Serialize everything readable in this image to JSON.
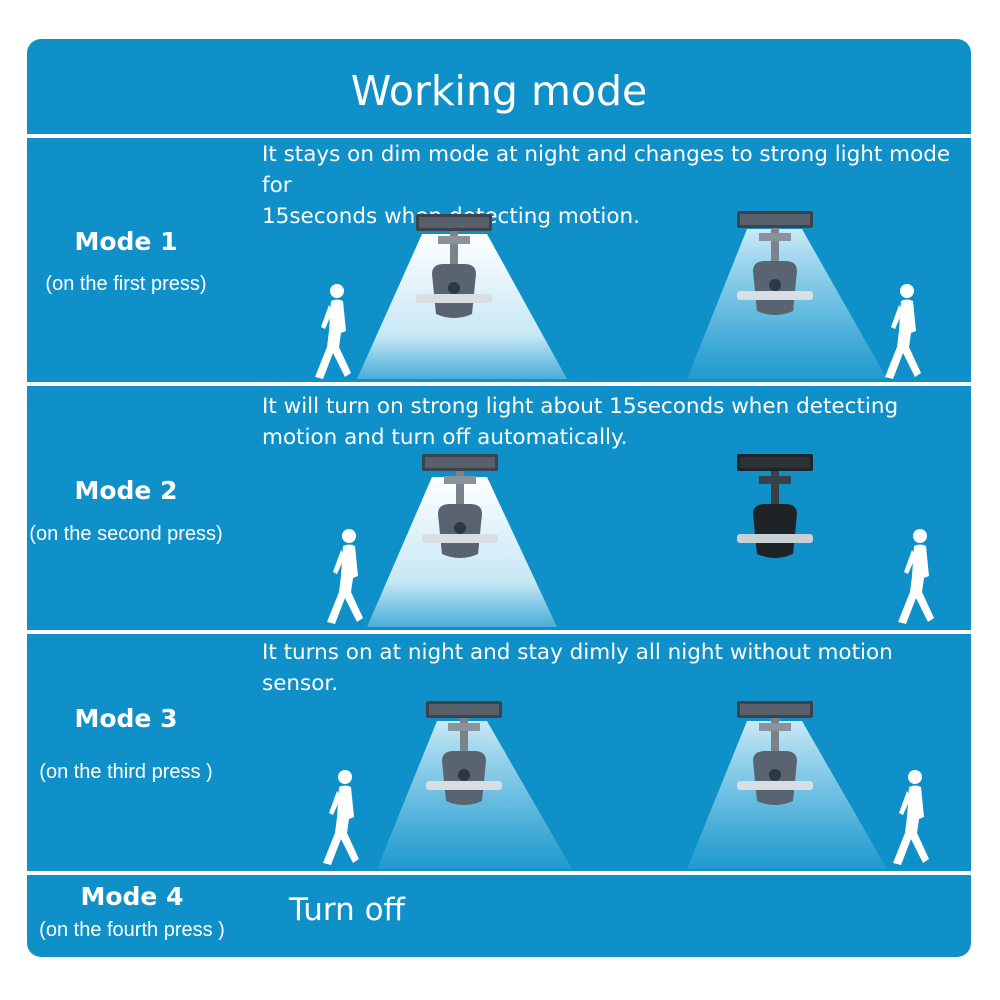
{
  "title": "Working mode",
  "modes": [
    {
      "label": "Mode 1",
      "press": "(on the first press)",
      "description_line1": "It stays on dim mode at night and changes to strong light  mode for",
      "description_line2": "15seconds when detecting motion."
    },
    {
      "label": "Mode 2",
      "press": "(on the second press)",
      "description_line1": "It will turn on strong light about 15seconds when detecting",
      "description_line2": "motion and turn off automatically."
    },
    {
      "label": "Mode 3",
      "press": "(on the third press )",
      "description_line1": "It turns on at night and stay dimly all night without motion",
      "description_line2": "sensor."
    },
    {
      "label": "Mode 4",
      "press": "(on the fourth press )",
      "result": "Turn off"
    }
  ],
  "colors": {
    "panel_background": "#0f90c8",
    "divider": "#ffffff",
    "text": "#ffffff",
    "strong_beam": "#ffffff",
    "dim_beam": "#bfe8f7",
    "lamp_body": "#5a6470",
    "lamp_off": "#1e2328"
  },
  "icons": [
    "solar-lamp-icon",
    "walking-person-icon",
    "light-beam-icon"
  ]
}
